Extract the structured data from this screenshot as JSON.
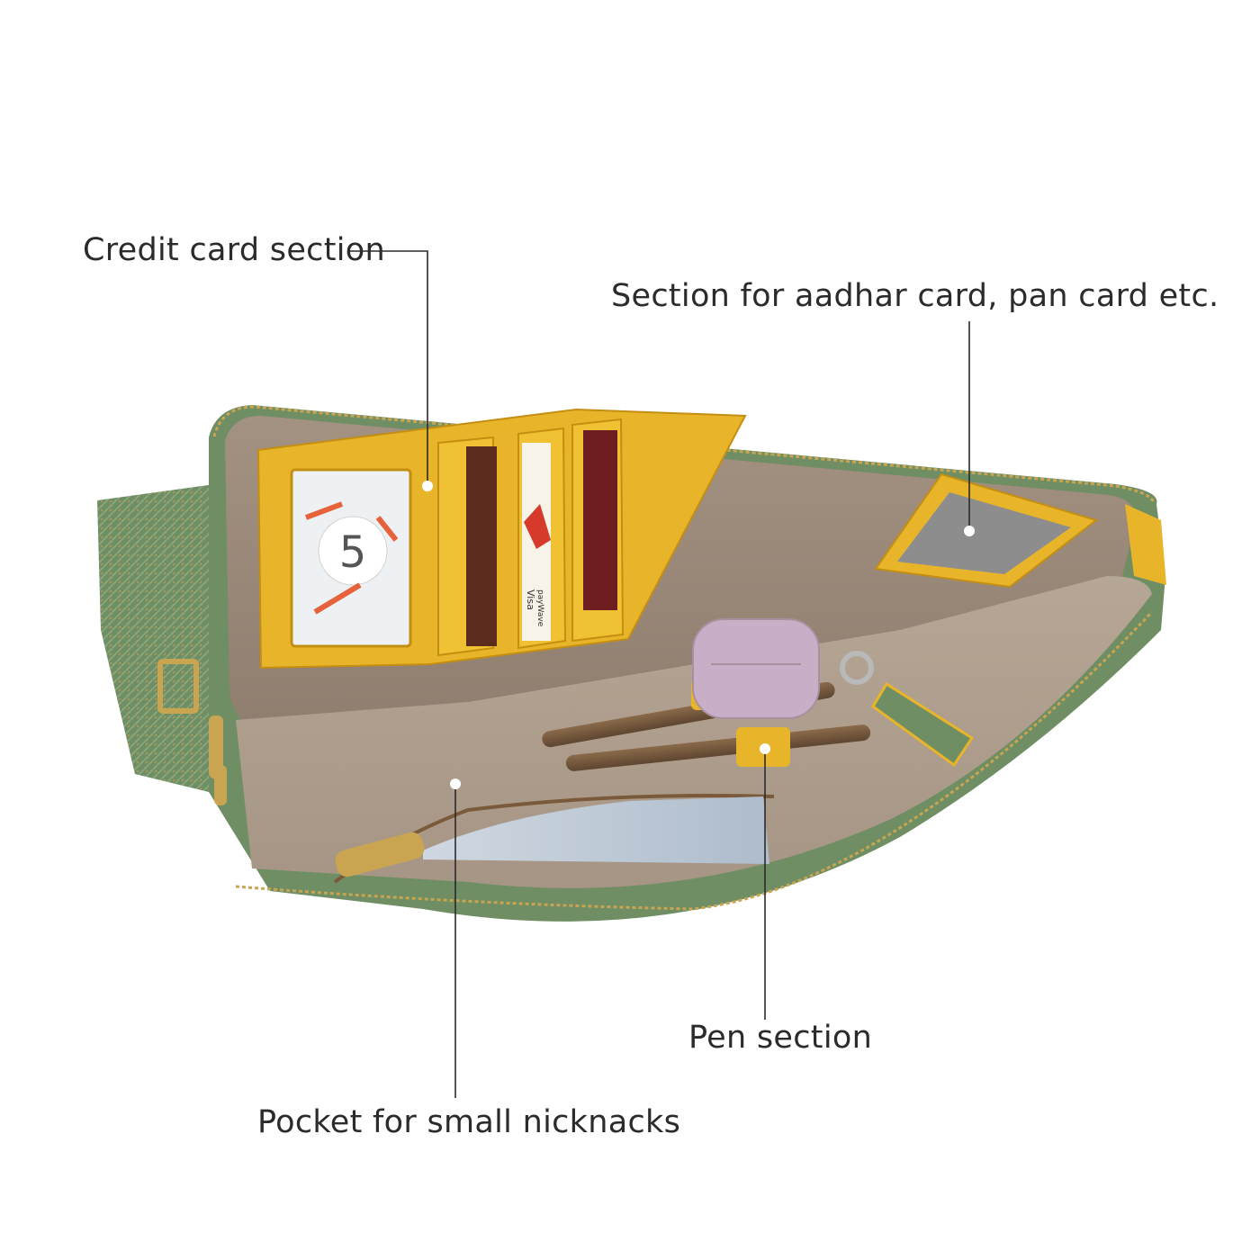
{
  "callouts": {
    "credit_card": "Credit card section",
    "aadhar": "Section for aadhar card, pan card etc.",
    "pen": "Pen section",
    "pocket": "Pocket for small nicknacks"
  },
  "card_print": {
    "id_number": "5",
    "brand": "Visa",
    "brand_sub": "payWave"
  },
  "colors": {
    "leather_green": "#6f8e64",
    "lining_taupe": "#9c8a7a",
    "yellow_leather": "#e8b52a",
    "zip_gold": "#c9a552",
    "text": "#2b2b2b"
  }
}
